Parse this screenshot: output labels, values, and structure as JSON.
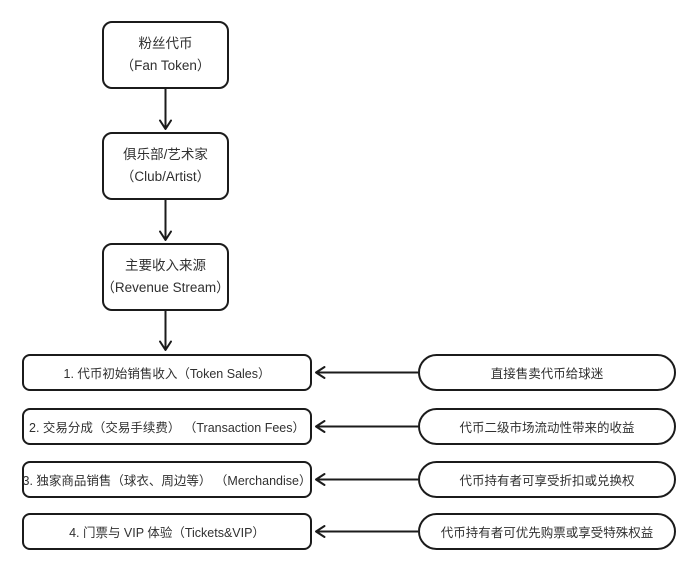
{
  "colors": {
    "background": "#ffffff",
    "line": "#1b1b1b",
    "text": "#303030"
  },
  "flow_nodes": [
    {
      "zh": "粉丝代币",
      "en": "（Fan Token）"
    },
    {
      "zh": "俱乐部/艺术家",
      "en": "（Club/Artist）"
    },
    {
      "zh": "主要收入来源",
      "en": "（Revenue Stream）"
    }
  ],
  "revenue_rows": [
    {
      "source": "1. 代币初始销售收入（Token Sales）",
      "note": "直接售卖代币给球迷"
    },
    {
      "source": "2. 交易分成（交易手续费） （Transaction Fees）",
      "note": "代币二级市场流动性带来的收益"
    },
    {
      "source": "3. 独家商品销售（球衣、周边等） （Merchandise）",
      "note": "代币持有者可享受折扣或兑换权"
    },
    {
      "source": "4. 门票与 VIP 体验（Tickets&VIP）",
      "note": "代币持有者可优先购票或享受特殊权益"
    }
  ]
}
